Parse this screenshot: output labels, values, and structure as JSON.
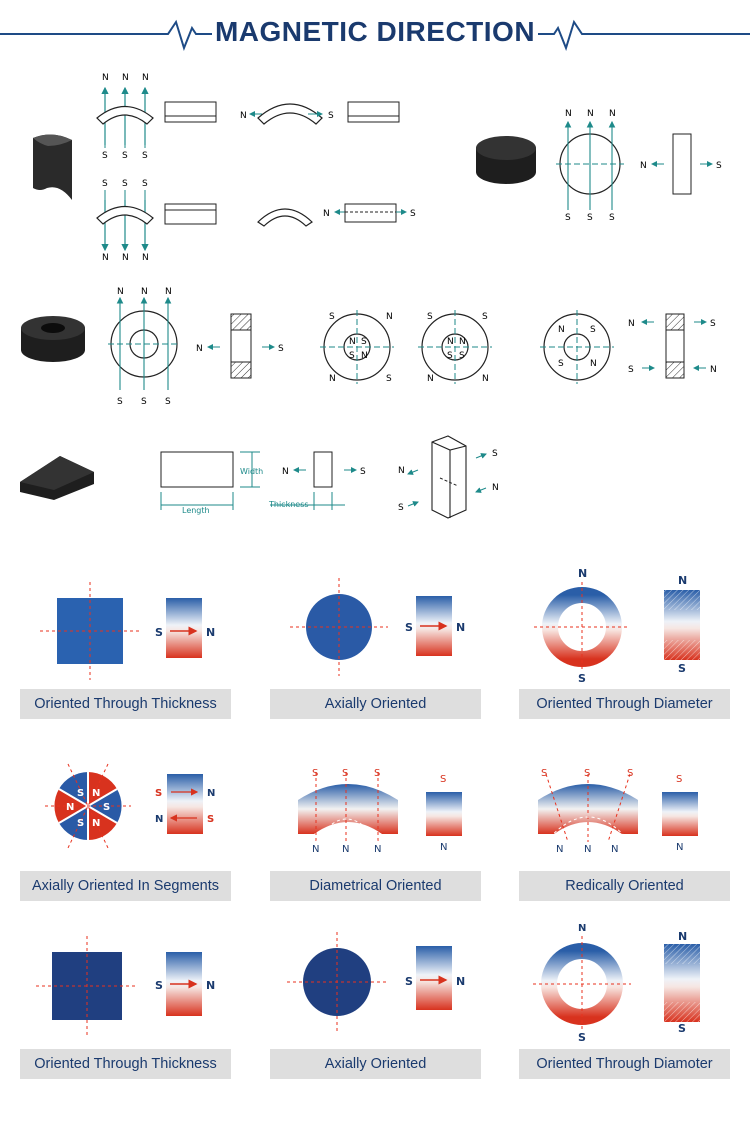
{
  "header": {
    "title": "MAGNETIC DIRECTION"
  },
  "pole_labels": {
    "north": "N",
    "south": "S"
  },
  "dimension_labels": {
    "width": "Width",
    "length": "Length",
    "thickness": "Thickness"
  },
  "orientation_cards": [
    {
      "label": "Oriented Through Thickness"
    },
    {
      "label": "Axially Oriented"
    },
    {
      "label": "Oriented Through Diameter"
    },
    {
      "label": "Axially Oriented In Segments"
    },
    {
      "label": "Diametrical Oriented"
    },
    {
      "label": "Redically Oriented"
    },
    {
      "label": "Oriented Through Thickness"
    },
    {
      "label": "Axially Oriented"
    },
    {
      "label": "Oriented Through Diamoter"
    }
  ],
  "colors": {
    "title": "#1a3a6e",
    "line": "#1e4b86",
    "arrow": "#1e8a8a",
    "north_blue": "#2a5ea8",
    "south_red": "#d8321e",
    "magnet": "#2a2a2a",
    "label_bg": "#dedede"
  }
}
